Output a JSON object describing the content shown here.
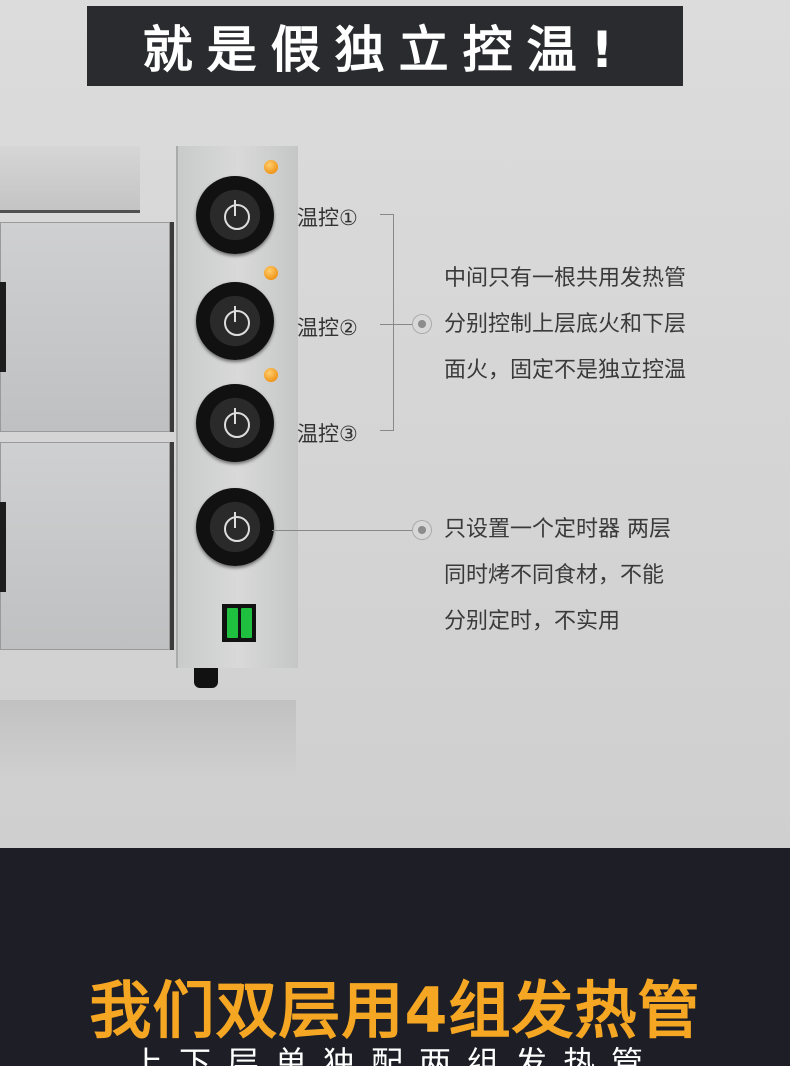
{
  "banner": {
    "title": "就是假独立控温!"
  },
  "labels": {
    "temp1": "温控①",
    "temp2": "温控②",
    "temp3": "温控③"
  },
  "notes": {
    "heating": [
      "中间只有一根共用发热管",
      "分别控制上层底火和下层",
      "面火，固定不是独立控温"
    ],
    "timer": [
      "只设置一个定时器 两层",
      "同时烤不同食材，不能",
      "分别定时，不实用"
    ]
  },
  "bottom": {
    "title": "我们双层用4组发热管",
    "subtitle": "上下层单独配两组发热管"
  },
  "colors": {
    "accent": "#f5a623",
    "banner_bg": "#2a2b2f",
    "dark_bg": "#1d1e26"
  }
}
